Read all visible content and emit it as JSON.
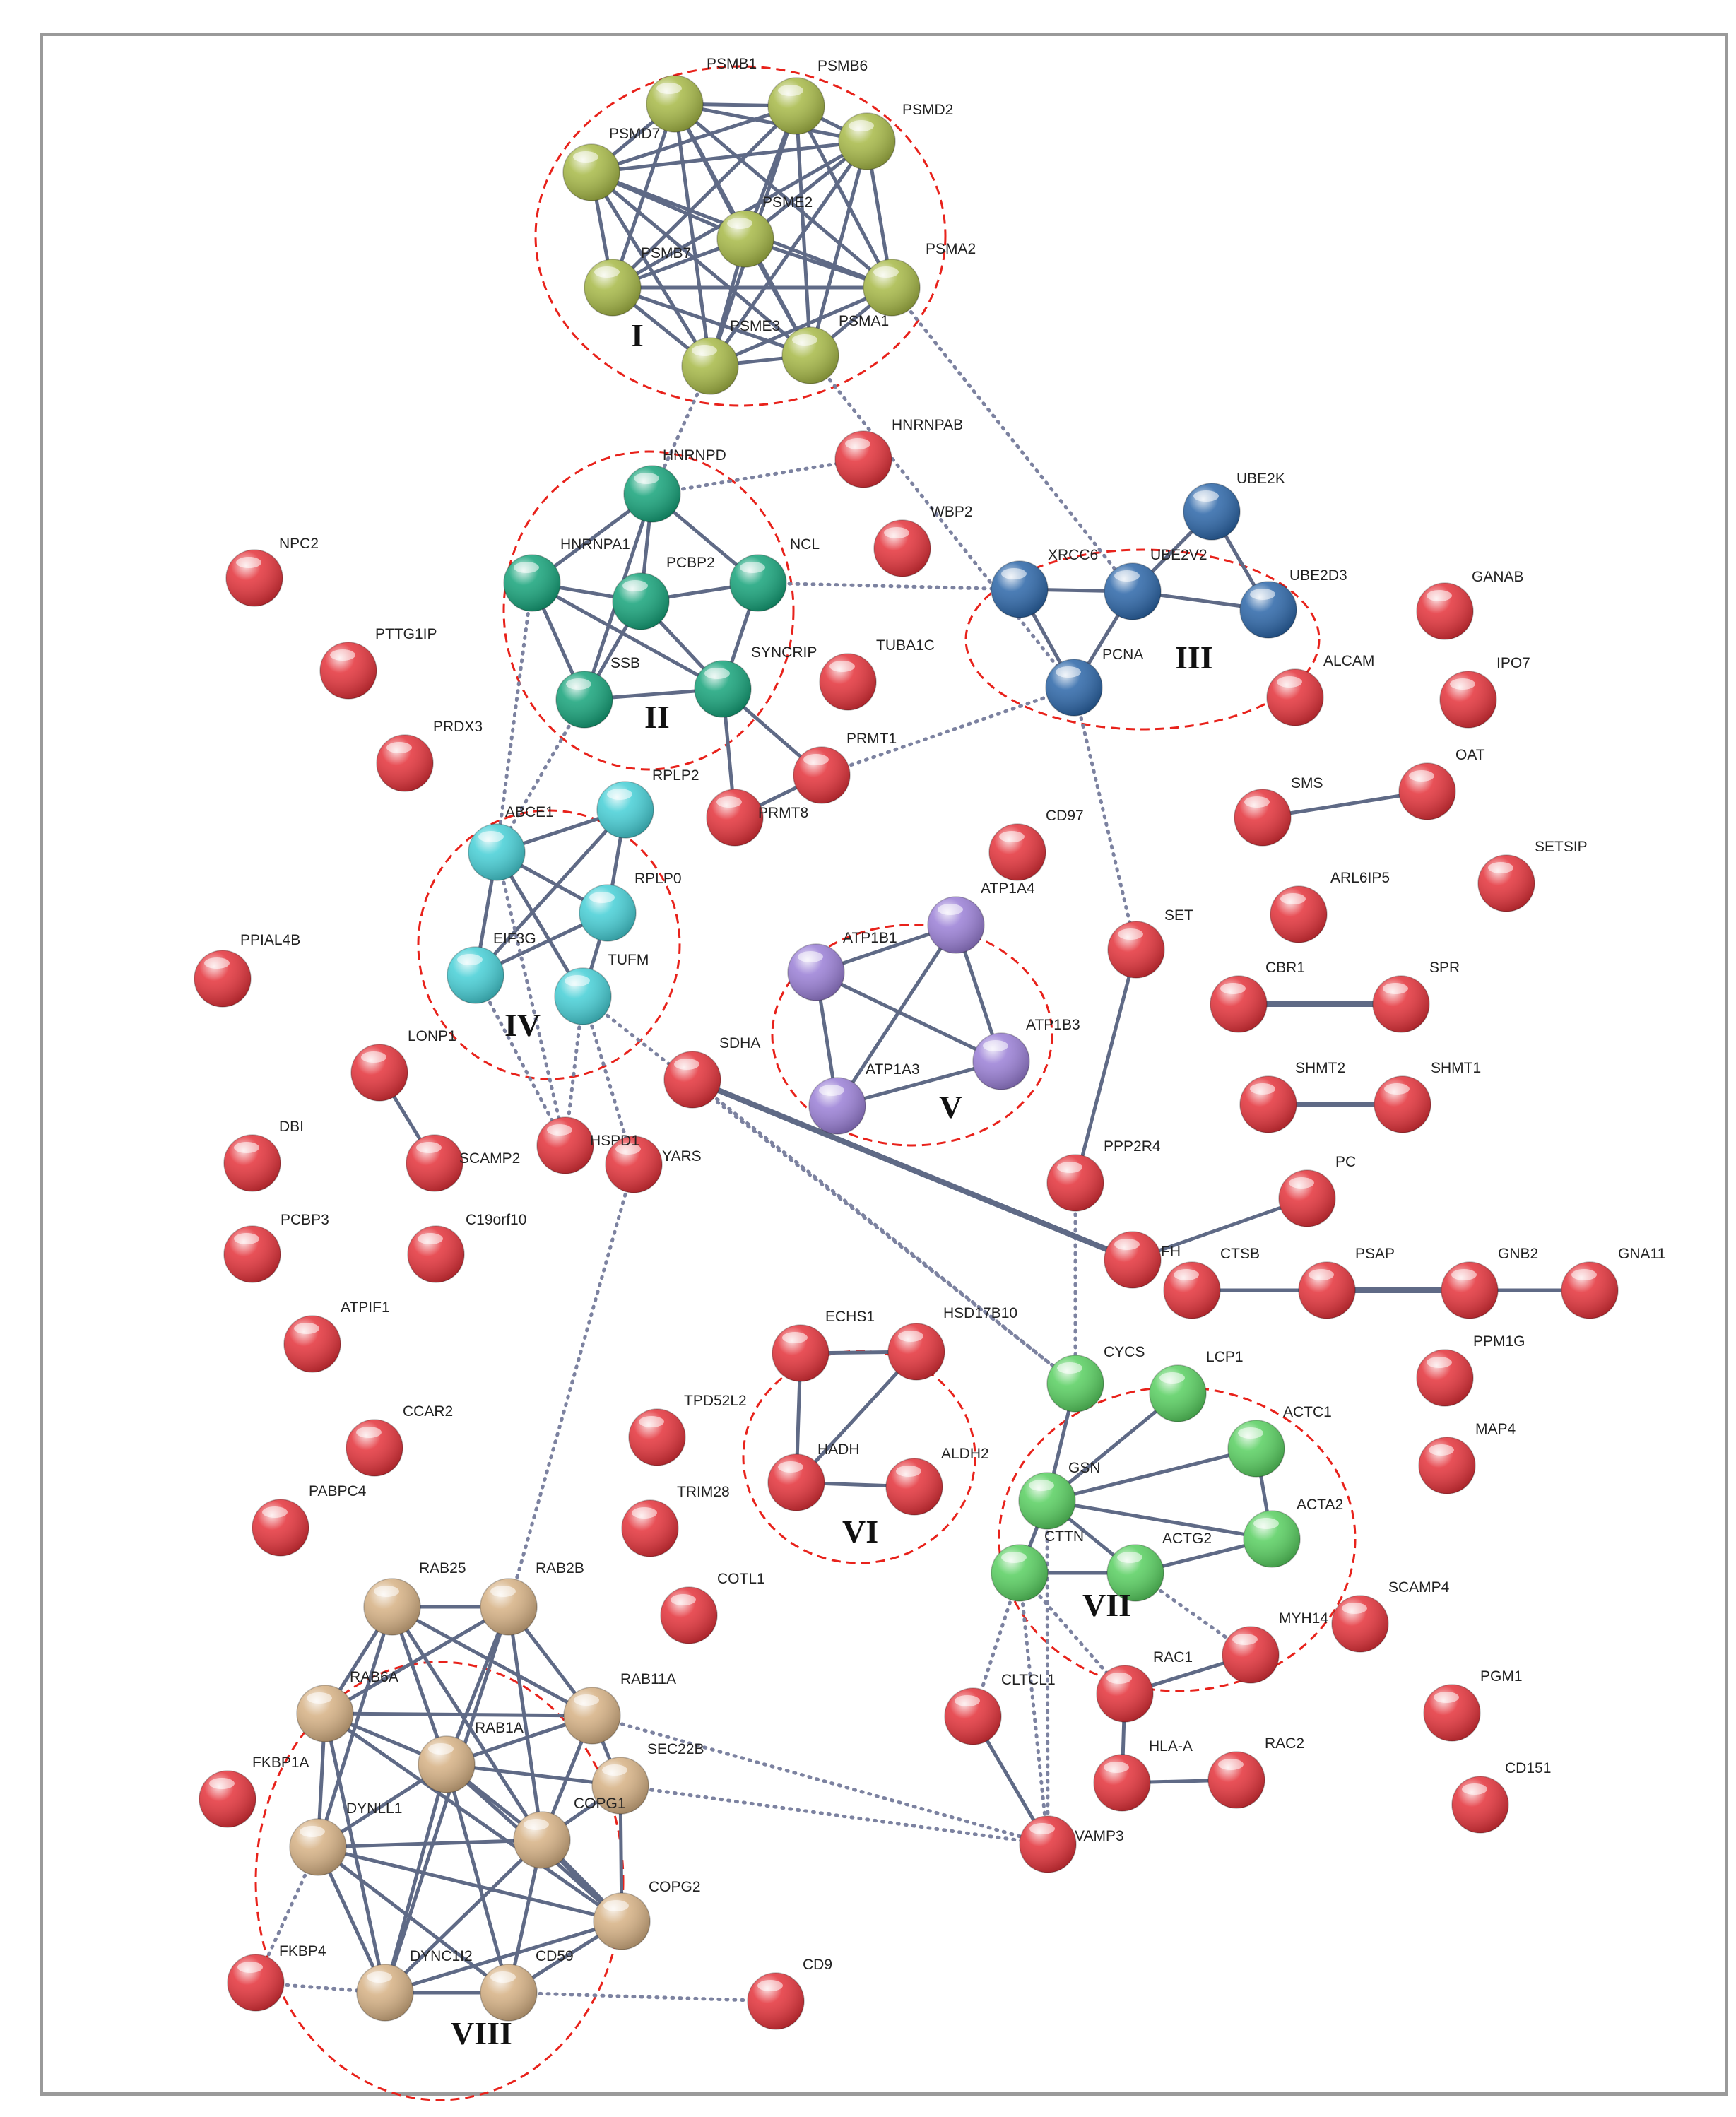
{
  "colors": {
    "red": "#e4323a",
    "olive": "#a7b947",
    "teal": "#16a37a",
    "blue": "#2c66a8",
    "cyan": "#46cfd6",
    "purple": "#9a7fd6",
    "green": "#58cf60",
    "tan": "#d6b184",
    "cluster_outline": "#e8221b",
    "edge": "#5f6a86"
  },
  "nodes": [
    {
      "id": "PSMB1",
      "label": "PSMB1",
      "color": "olive"
    },
    {
      "id": "PSMB6",
      "label": "PSMB6",
      "color": "olive"
    },
    {
      "id": "PSMD2",
      "label": "PSMD2",
      "color": "olive"
    },
    {
      "id": "PSMD7",
      "label": "PSMD7",
      "color": "olive"
    },
    {
      "id": "PSME2",
      "label": "PSME2",
      "color": "olive"
    },
    {
      "id": "PSMB7",
      "label": "PSMB7",
      "color": "olive"
    },
    {
      "id": "PSMA2",
      "label": "PSMA2",
      "color": "olive"
    },
    {
      "id": "PSME3",
      "label": "PSME3",
      "color": "olive"
    },
    {
      "id": "PSMA1",
      "label": "PSMA1",
      "color": "olive"
    },
    {
      "id": "HNRNPD",
      "label": "HNRNPD",
      "color": "teal"
    },
    {
      "id": "HNRNPA1",
      "label": "HNRNPA1",
      "color": "teal"
    },
    {
      "id": "PCBP2",
      "label": "PCBP2",
      "color": "teal"
    },
    {
      "id": "NCL",
      "label": "NCL",
      "color": "teal"
    },
    {
      "id": "SSB",
      "label": "SSB",
      "color": "teal"
    },
    {
      "id": "SYNCRIP",
      "label": "SYNCRIP",
      "color": "teal"
    },
    {
      "id": "UBE2K",
      "label": "UBE2K",
      "color": "blue"
    },
    {
      "id": "XRCC6",
      "label": "XRCC6",
      "color": "blue"
    },
    {
      "id": "UBE2V2",
      "label": "UBE2V2",
      "color": "blue"
    },
    {
      "id": "UBE2D3",
      "label": "UBE2D3",
      "color": "blue"
    },
    {
      "id": "PCNA",
      "label": "PCNA",
      "color": "blue"
    },
    {
      "id": "RPLP2",
      "label": "RPLP2",
      "color": "cyan"
    },
    {
      "id": "ABCE1",
      "label": "ABCE1",
      "color": "cyan"
    },
    {
      "id": "RPLP0",
      "label": "RPLP0",
      "color": "cyan"
    },
    {
      "id": "EIF3G",
      "label": "EIF3G",
      "color": "cyan"
    },
    {
      "id": "TUFM",
      "label": "TUFM",
      "color": "cyan"
    },
    {
      "id": "ATP1A4",
      "label": "ATP1A4",
      "color": "purple"
    },
    {
      "id": "ATP1B1",
      "label": "ATP1B1",
      "color": "purple"
    },
    {
      "id": "ATP1B3",
      "label": "ATP1B3",
      "color": "purple"
    },
    {
      "id": "ATP1A3",
      "label": "ATP1A3",
      "color": "purple"
    },
    {
      "id": "ECHS1",
      "label": "ECHS1",
      "color": "red"
    },
    {
      "id": "HSD17B10",
      "label": "HSD17B10",
      "color": "red"
    },
    {
      "id": "HADH",
      "label": "HADH",
      "color": "red"
    },
    {
      "id": "ALDH2",
      "label": "ALDH2",
      "color": "red"
    },
    {
      "id": "CYCS",
      "label": "CYCS",
      "color": "green"
    },
    {
      "id": "LCP1",
      "label": "LCP1",
      "color": "green"
    },
    {
      "id": "ACTC1",
      "label": "ACTC1",
      "color": "green"
    },
    {
      "id": "GSN",
      "label": "GSN",
      "color": "green"
    },
    {
      "id": "ACTA2",
      "label": "ACTA2",
      "color": "green"
    },
    {
      "id": "CTTN",
      "label": "CTTN",
      "color": "green"
    },
    {
      "id": "ACTG2",
      "label": "ACTG2",
      "color": "green"
    },
    {
      "id": "RAB25",
      "label": "RAB25",
      "color": "tan"
    },
    {
      "id": "RAB2B",
      "label": "RAB2B",
      "color": "tan"
    },
    {
      "id": "RAB6A",
      "label": "RAB6A",
      "color": "tan"
    },
    {
      "id": "RAB11A",
      "label": "RAB11A",
      "color": "tan"
    },
    {
      "id": "RAB1A",
      "label": "RAB1A",
      "color": "tan"
    },
    {
      "id": "SEC22B",
      "label": "SEC22B",
      "color": "tan"
    },
    {
      "id": "DYNLL1",
      "label": "DYNLL1",
      "color": "tan"
    },
    {
      "id": "COPG1",
      "label": "COPG1",
      "color": "tan"
    },
    {
      "id": "COPG2",
      "label": "COPG2",
      "color": "tan"
    },
    {
      "id": "DYNC1I2",
      "label": "DYNC1I2",
      "color": "tan"
    },
    {
      "id": "CD59",
      "label": "CD59",
      "color": "tan"
    },
    {
      "id": "HNRNPAB",
      "label": "HNRNPAB",
      "color": "red"
    },
    {
      "id": "WBP2",
      "label": "WBP2",
      "color": "red"
    },
    {
      "id": "NPC2",
      "label": "NPC2",
      "color": "red"
    },
    {
      "id": "PTTG1IP",
      "label": "PTTG1IP",
      "color": "red"
    },
    {
      "id": "PRDX3",
      "label": "PRDX3",
      "color": "red"
    },
    {
      "id": "TUBA1C",
      "label": "TUBA1C",
      "color": "red"
    },
    {
      "id": "PRMT1",
      "label": "PRMT1",
      "color": "red"
    },
    {
      "id": "PRMT8",
      "label": "PRMT8",
      "color": "red"
    },
    {
      "id": "GANAB",
      "label": "GANAB",
      "color": "red"
    },
    {
      "id": "ALCAM",
      "label": "ALCAM",
      "color": "red"
    },
    {
      "id": "IPO7",
      "label": "IPO7",
      "color": "red"
    },
    {
      "id": "SMS",
      "label": "SMS",
      "color": "red"
    },
    {
      "id": "OAT",
      "label": "OAT",
      "color": "red"
    },
    {
      "id": "CD97",
      "label": "CD97",
      "color": "red"
    },
    {
      "id": "SETSIP",
      "label": "SETSIP",
      "color": "red"
    },
    {
      "id": "ARL6IP5",
      "label": "ARL6IP5",
      "color": "red"
    },
    {
      "id": "SET",
      "label": "SET",
      "color": "red"
    },
    {
      "id": "PPIAL4B",
      "label": "PPIAL4B",
      "color": "red"
    },
    {
      "id": "CBR1",
      "label": "CBR1",
      "color": "red"
    },
    {
      "id": "SPR",
      "label": "SPR",
      "color": "red"
    },
    {
      "id": "LONP1",
      "label": "LONP1",
      "color": "red"
    },
    {
      "id": "SDHA",
      "label": "SDHA",
      "color": "red"
    },
    {
      "id": "SHMT2",
      "label": "SHMT2",
      "color": "red"
    },
    {
      "id": "SHMT1",
      "label": "SHMT1",
      "color": "red"
    },
    {
      "id": "DBI",
      "label": "DBI",
      "color": "red"
    },
    {
      "id": "SCAMP2",
      "label": "SCAMP2",
      "color": "red"
    },
    {
      "id": "HSPD1",
      "label": "HSPD1",
      "color": "red"
    },
    {
      "id": "YARS",
      "label": "YARS",
      "color": "red"
    },
    {
      "id": "PPP2R4",
      "label": "PPP2R4",
      "color": "red"
    },
    {
      "id": "PC",
      "label": "PC",
      "color": "red"
    },
    {
      "id": "PCBP3",
      "label": "PCBP3",
      "color": "red"
    },
    {
      "id": "C19orf10",
      "label": "C19orf10",
      "color": "red"
    },
    {
      "id": "FH",
      "label": "FH",
      "color": "red"
    },
    {
      "id": "CTSB",
      "label": "CTSB",
      "color": "red"
    },
    {
      "id": "PSAP",
      "label": "PSAP",
      "color": "red"
    },
    {
      "id": "GNB2",
      "label": "GNB2",
      "color": "red"
    },
    {
      "id": "GNA11",
      "label": "GNA11",
      "color": "red"
    },
    {
      "id": "ATPIF1",
      "label": "ATPIF1",
      "color": "red"
    },
    {
      "id": "PPM1G",
      "label": "PPM1G",
      "color": "red"
    },
    {
      "id": "CCAR2",
      "label": "CCAR2",
      "color": "red"
    },
    {
      "id": "TPD52L2",
      "label": "TPD52L2",
      "color": "red"
    },
    {
      "id": "MAP4",
      "label": "MAP4",
      "color": "red"
    },
    {
      "id": "PABPC4",
      "label": "PABPC4",
      "color": "red"
    },
    {
      "id": "TRIM28",
      "label": "TRIM28",
      "color": "red"
    },
    {
      "id": "COTL1",
      "label": "COTL1",
      "color": "red"
    },
    {
      "id": "SCAMP4",
      "label": "SCAMP4",
      "color": "red"
    },
    {
      "id": "MYH14",
      "label": "MYH14",
      "color": "red"
    },
    {
      "id": "RAC1",
      "label": "RAC1",
      "color": "red"
    },
    {
      "id": "CLTCL1",
      "label": "CLTCL1",
      "color": "red"
    },
    {
      "id": "PGM1",
      "label": "PGM1",
      "color": "red"
    },
    {
      "id": "FKBP1A",
      "label": "FKBP1A",
      "color": "red"
    },
    {
      "id": "HLA-A",
      "label": "HLA-A",
      "color": "red"
    },
    {
      "id": "RAC2",
      "label": "RAC2",
      "color": "red"
    },
    {
      "id": "CD151",
      "label": "CD151",
      "color": "red"
    },
    {
      "id": "VAMP3",
      "label": "VAMP3",
      "color": "red"
    },
    {
      "id": "FKBP4",
      "label": "FKBP4",
      "color": "red"
    },
    {
      "id": "CD9",
      "label": "CD9",
      "color": "red"
    }
  ],
  "clusters": [
    {
      "id": "I",
      "label": "I"
    },
    {
      "id": "II",
      "label": "II"
    },
    {
      "id": "III",
      "label": "III"
    },
    {
      "id": "IV",
      "label": "IV"
    },
    {
      "id": "V",
      "label": "V"
    },
    {
      "id": "VI",
      "label": "VI"
    },
    {
      "id": "VII",
      "label": "VII"
    },
    {
      "id": "VIII",
      "label": "VIII"
    }
  ],
  "edges": [
    [
      "PSMB1",
      "PSMB6",
      "s"
    ],
    [
      "PSMB1",
      "PSMD2",
      "s"
    ],
    [
      "PSMB1",
      "PSMD7",
      "s"
    ],
    [
      "PSMB1",
      "PSME2",
      "s"
    ],
    [
      "PSMB1",
      "PSMB7",
      "s"
    ],
    [
      "PSMB1",
      "PSMA2",
      "s"
    ],
    [
      "PSMB1",
      "PSME3",
      "s"
    ],
    [
      "PSMB1",
      "PSMA1",
      "s"
    ],
    [
      "PSMB6",
      "PSMD2",
      "s"
    ],
    [
      "PSMB6",
      "PSMD7",
      "s"
    ],
    [
      "PSMB6",
      "PSME2",
      "s"
    ],
    [
      "PSMB6",
      "PSMB7",
      "s"
    ],
    [
      "PSMB6",
      "PSMA2",
      "s"
    ],
    [
      "PSMB6",
      "PSME3",
      "s"
    ],
    [
      "PSMB6",
      "PSMA1",
      "s"
    ],
    [
      "PSMD2",
      "PSMD7",
      "s"
    ],
    [
      "PSMD2",
      "PSME2",
      "s"
    ],
    [
      "PSMD2",
      "PSMB7",
      "s"
    ],
    [
      "PSMD2",
      "PSMA2",
      "s"
    ],
    [
      "PSMD2",
      "PSME3",
      "s"
    ],
    [
      "PSMD2",
      "PSMA1",
      "s"
    ],
    [
      "PSMD7",
      "PSME2",
      "s"
    ],
    [
      "PSMD7",
      "PSMB7",
      "s"
    ],
    [
      "PSMD7",
      "PSMA2",
      "s"
    ],
    [
      "PSMD7",
      "PSME3",
      "s"
    ],
    [
      "PSMD7",
      "PSMA1",
      "s"
    ],
    [
      "PSME2",
      "PSMB7",
      "s"
    ],
    [
      "PSME2",
      "PSMA2",
      "s"
    ],
    [
      "PSME2",
      "PSME3",
      "s"
    ],
    [
      "PSME2",
      "PSMA1",
      "s"
    ],
    [
      "PSMB7",
      "PSMA2",
      "s"
    ],
    [
      "PSMB7",
      "PSME3",
      "s"
    ],
    [
      "PSMB7",
      "PSMA1",
      "s"
    ],
    [
      "PSMA2",
      "PSME3",
      "s"
    ],
    [
      "PSMA2",
      "PSMA1",
      "s"
    ],
    [
      "PSME3",
      "PSMA1",
      "s"
    ],
    [
      "PSME3",
      "HNRNPD",
      "d"
    ],
    [
      "PSMA1",
      "PCNA",
      "d"
    ],
    [
      "PSMA2",
      "UBE2V2",
      "d"
    ],
    [
      "HNRNPD",
      "HNRNPA1",
      "s"
    ],
    [
      "HNRNPD",
      "PCBP2",
      "s"
    ],
    [
      "HNRNPD",
      "NCL",
      "s"
    ],
    [
      "HNRNPD",
      "SSB",
      "s"
    ],
    [
      "HNRNPD",
      "HNRNPAB",
      "d"
    ],
    [
      "HNRNPA1",
      "PCBP2",
      "s"
    ],
    [
      "HNRNPA1",
      "SSB",
      "s"
    ],
    [
      "HNRNPA1",
      "SYNCRIP",
      "s"
    ],
    [
      "PCBP2",
      "SSB",
      "s"
    ],
    [
      "PCBP2",
      "SYNCRIP",
      "s"
    ],
    [
      "PCBP2",
      "NCL",
      "s"
    ],
    [
      "SSB",
      "SYNCRIP",
      "s"
    ],
    [
      "NCL",
      "SYNCRIP",
      "s"
    ],
    [
      "NCL",
      "XRCC6",
      "d"
    ],
    [
      "SYNCRIP",
      "PRMT1",
      "s"
    ],
    [
      "SYNCRIP",
      "PRMT8",
      "s"
    ],
    [
      "PRMT1",
      "PRMT8",
      "s"
    ],
    [
      "PRMT1",
      "PCNA",
      "d"
    ],
    [
      "SSB",
      "ABCE1",
      "d"
    ],
    [
      "HNRNPA1",
      "ABCE1",
      "d"
    ],
    [
      "XRCC6",
      "UBE2V2",
      "s"
    ],
    [
      "XRCC6",
      "PCNA",
      "s"
    ],
    [
      "UBE2V2",
      "UBE2K",
      "s"
    ],
    [
      "UBE2V2",
      "UBE2D3",
      "s"
    ],
    [
      "UBE2V2",
      "PCNA",
      "s"
    ],
    [
      "UBE2K",
      "UBE2D3",
      "s"
    ],
    [
      "PCNA",
      "SET",
      "d"
    ],
    [
      "SET",
      "PPP2R4",
      "s"
    ],
    [
      "PPP2R4",
      "CYCS",
      "d"
    ],
    [
      "RPLP2",
      "ABCE1",
      "s"
    ],
    [
      "RPLP2",
      "RPLP0",
      "s"
    ],
    [
      "RPLP2",
      "EIF3G",
      "s"
    ],
    [
      "ABCE1",
      "RPLP0",
      "s"
    ],
    [
      "ABCE1",
      "EIF3G",
      "s"
    ],
    [
      "ABCE1",
      "TUFM",
      "s"
    ],
    [
      "RPLP0",
      "EIF3G",
      "s"
    ],
    [
      "RPLP0",
      "TUFM",
      "s"
    ],
    [
      "ABCE1",
      "HSPD1",
      "d"
    ],
    [
      "TUFM",
      "HSPD1",
      "d"
    ],
    [
      "TUFM",
      "YARS",
      "d"
    ],
    [
      "TUFM",
      "CYCS",
      "d"
    ],
    [
      "EIF3G",
      "HSPD1",
      "d"
    ],
    [
      "ATP1A4",
      "ATP1B1",
      "s"
    ],
    [
      "ATP1A4",
      "ATP1B3",
      "s"
    ],
    [
      "ATP1A4",
      "ATP1A3",
      "s"
    ],
    [
      "ATP1B1",
      "ATP1B3",
      "s"
    ],
    [
      "ATP1B1",
      "ATP1A3",
      "s"
    ],
    [
      "ATP1B3",
      "ATP1A3",
      "s"
    ],
    [
      "LONP1",
      "SCAMP2",
      "s"
    ],
    [
      "SDHA",
      "FH",
      "t"
    ],
    [
      "SDHA",
      "CYCS",
      "d"
    ],
    [
      "FH",
      "PC",
      "s"
    ],
    [
      "CTSB",
      "PSAP",
      "s"
    ],
    [
      "PSAP",
      "GNB2",
      "t"
    ],
    [
      "GNB2",
      "GNA11",
      "s"
    ],
    [
      "SMS",
      "OAT",
      "s"
    ],
    [
      "CBR1",
      "SPR",
      "t"
    ],
    [
      "SHMT2",
      "SHMT1",
      "t"
    ],
    [
      "ECHS1",
      "HSD17B10",
      "s"
    ],
    [
      "ECHS1",
      "HADH",
      "s"
    ],
    [
      "HSD17B10",
      "HADH",
      "s"
    ],
    [
      "HADH",
      "ALDH2",
      "s"
    ],
    [
      "CYCS",
      "GSN",
      "s"
    ],
    [
      "LCP1",
      "GSN",
      "s"
    ],
    [
      "GSN",
      "ACTC1",
      "s"
    ],
    [
      "GSN",
      "ACTA2",
      "s"
    ],
    [
      "GSN",
      "CTTN",
      "s"
    ],
    [
      "GSN",
      "ACTG2",
      "s"
    ],
    [
      "ACTC1",
      "ACTA2",
      "s"
    ],
    [
      "ACTA2",
      "ACTG2",
      "s"
    ],
    [
      "CTTN",
      "ACTG2",
      "s"
    ],
    [
      "ACTG2",
      "MYH14",
      "d"
    ],
    [
      "RAC1",
      "MYH14",
      "s"
    ],
    [
      "RAC1",
      "HLA-A",
      "s"
    ],
    [
      "HLA-A",
      "RAC2",
      "s"
    ],
    [
      "CTTN",
      "RAC1",
      "d"
    ],
    [
      "CTTN",
      "VAMP3",
      "d"
    ],
    [
      "CTTN",
      "CLTCL1",
      "d"
    ],
    [
      "CLTCL1",
      "VAMP3",
      "s"
    ],
    [
      "GSN",
      "VAMP3",
      "d"
    ],
    [
      "RAB25",
      "RAB2B",
      "s"
    ],
    [
      "RAB25",
      "RAB6A",
      "s"
    ],
    [
      "RAB25",
      "RAB1A",
      "s"
    ],
    [
      "RAB25",
      "RAB11A",
      "s"
    ],
    [
      "RAB25",
      "DYNLL1",
      "s"
    ],
    [
      "RAB25",
      "COPG1",
      "s"
    ],
    [
      "RAB2B",
      "RAB6A",
      "s"
    ],
    [
      "RAB2B",
      "RAB11A",
      "s"
    ],
    [
      "RAB2B",
      "RAB1A",
      "s"
    ],
    [
      "RAB2B",
      "COPG1",
      "s"
    ],
    [
      "RAB2B",
      "DYNC1I2",
      "s"
    ],
    [
      "RAB6A",
      "RAB1A",
      "s"
    ],
    [
      "RAB6A",
      "DYNLL1",
      "s"
    ],
    [
      "RAB6A",
      "RAB11A",
      "s"
    ],
    [
      "RAB6A",
      "COPG2",
      "s"
    ],
    [
      "RAB6A",
      "DYNC1I2",
      "s"
    ],
    [
      "RAB11A",
      "RAB1A",
      "s"
    ],
    [
      "RAB11A",
      "SEC22B",
      "s"
    ],
    [
      "RAB11A",
      "COPG1",
      "s"
    ],
    [
      "RAB11A",
      "VAMP3",
      "d"
    ],
    [
      "RAB1A",
      "SEC22B",
      "s"
    ],
    [
      "RAB1A",
      "DYNLL1",
      "s"
    ],
    [
      "RAB1A",
      "COPG1",
      "s"
    ],
    [
      "RAB1A",
      "COPG2",
      "s"
    ],
    [
      "RAB1A",
      "DYNC1I2",
      "s"
    ],
    [
      "RAB1A",
      "CD59",
      "s"
    ],
    [
      "SEC22B",
      "COPG1",
      "s"
    ],
    [
      "SEC22B",
      "COPG2",
      "s"
    ],
    [
      "SEC22B",
      "VAMP3",
      "d"
    ],
    [
      "DYNLL1",
      "DYNC1I2",
      "s"
    ],
    [
      "DYNLL1",
      "COPG1",
      "s"
    ],
    [
      "DYNLL1",
      "CD59",
      "s"
    ],
    [
      "DYNLL1",
      "COPG2",
      "s"
    ],
    [
      "COPG1",
      "COPG2",
      "t"
    ],
    [
      "COPG1",
      "DYNC1I2",
      "s"
    ],
    [
      "COPG1",
      "CD59",
      "s"
    ],
    [
      "COPG2",
      "DYNC1I2",
      "s"
    ],
    [
      "COPG2",
      "CD59",
      "s"
    ],
    [
      "DYNC1I2",
      "CD59",
      "s"
    ],
    [
      "FKBP4",
      "DYNC1I2",
      "d"
    ],
    [
      "FKBP4",
      "DYNLL1",
      "d"
    ],
    [
      "CD59",
      "CD9",
      "d"
    ],
    [
      "YARS",
      "RAB2B",
      "d"
    ]
  ]
}
